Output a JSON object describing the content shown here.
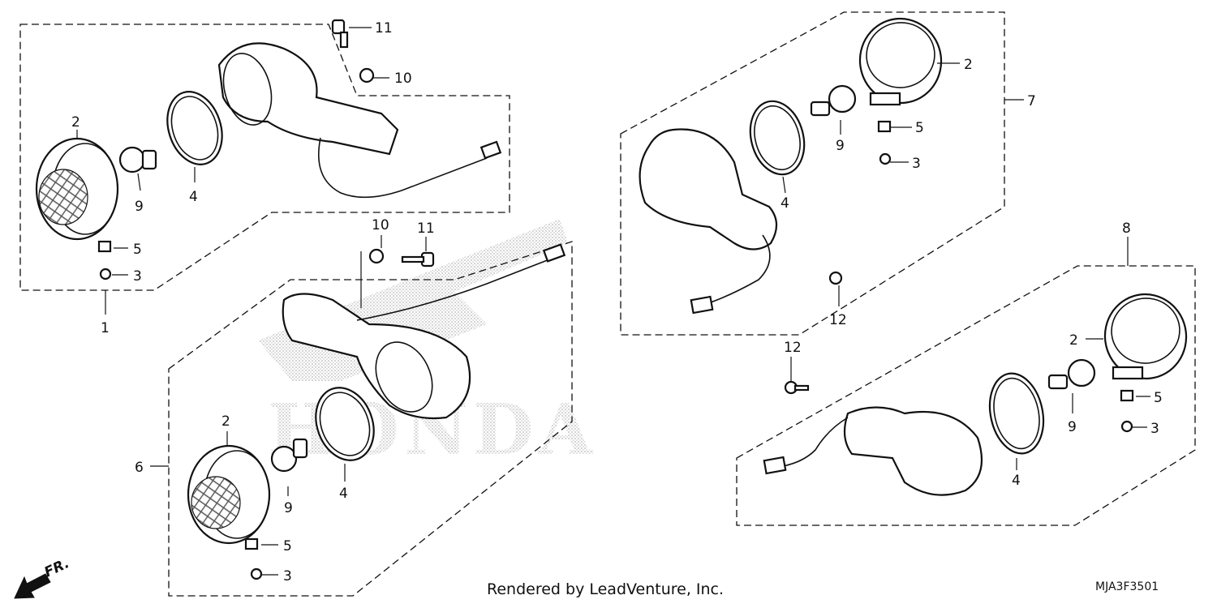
{
  "footer": {
    "rendered_by": "Rendered by LeadVenture, Inc.",
    "diagram_code": "MJA3F3501"
  },
  "direction_indicator": {
    "label": "FR.",
    "icon": "front-arrow-icon"
  },
  "watermark": {
    "text": "HONDA",
    "icon": "honda-wing-icon"
  },
  "callouts": {
    "c1": "1",
    "c2": "2",
    "c3": "3",
    "c4": "4",
    "c5": "5",
    "c6": "6",
    "c7": "7",
    "c8": "8",
    "c9": "9",
    "c10": "10",
    "c11": "11",
    "c12": "12"
  },
  "part_icons": [
    "winker-lens-icon",
    "bulb-icon",
    "seal-ring-icon",
    "winker-housing-icon",
    "screw-icon",
    "nut-icon",
    "bolt-icon"
  ]
}
